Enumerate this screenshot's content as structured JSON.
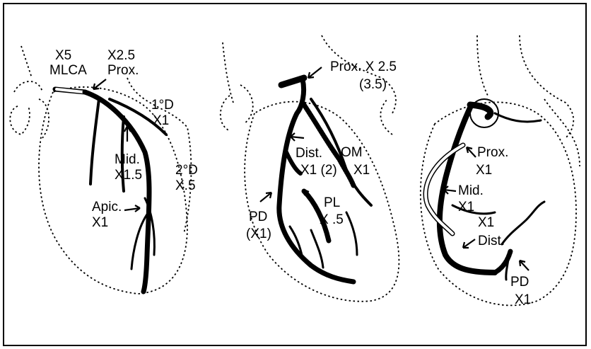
{
  "panels": {
    "left": {
      "labels": {
        "x5": "X5",
        "mlca": "MLCA",
        "x2_5": "X2.5",
        "prox": "Prox.",
        "d1": "1°D",
        "d1_x": "X1",
        "mid": "Mid.",
        "mid_x": "X1.5",
        "d2": "2°D",
        "d2_x": "X.5",
        "apic": "Apic.",
        "apic_x": "X1"
      }
    },
    "middle": {
      "labels": {
        "prox": "Prox. X 2.5",
        "prox_paren": "(3.5)",
        "dist": "Dist.",
        "dist_x": "X1 (2)",
        "om": "OM",
        "om_x": "X1",
        "pl": "PL",
        "pl_x": "X .5",
        "pd": "PD",
        "pd_x": "(X1)"
      }
    },
    "right": {
      "labels": {
        "prox": "Prox.",
        "prox_x": "X1",
        "mid": "Mid.",
        "mid_x": "X1",
        "x1_extra": "X1",
        "dist": "Dist.",
        "pd": "PD",
        "pd_x": "X1"
      }
    }
  }
}
